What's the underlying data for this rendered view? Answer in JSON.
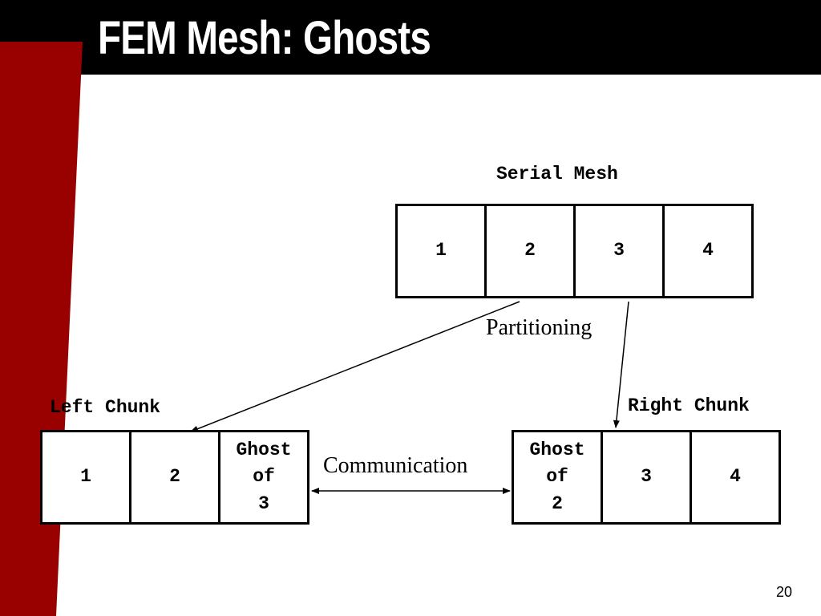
{
  "slide": {
    "title": "FEM Mesh: Ghosts",
    "page_number": "20"
  },
  "colors": {
    "title_bar": "#000000",
    "side_band": "#990000",
    "background": "#ffffff"
  },
  "serial_mesh": {
    "label": "Serial Mesh",
    "cells": [
      "1",
      "2",
      "3",
      "4"
    ]
  },
  "left_chunk": {
    "label": "Left Chunk",
    "cells": [
      "1",
      "2",
      "Ghost\nof\n3"
    ]
  },
  "right_chunk": {
    "label": "Right Chunk",
    "cells": [
      "Ghost\nof\n2",
      "3",
      "4"
    ]
  },
  "edges": {
    "partitioning": "Partitioning",
    "communication": "Communication"
  }
}
